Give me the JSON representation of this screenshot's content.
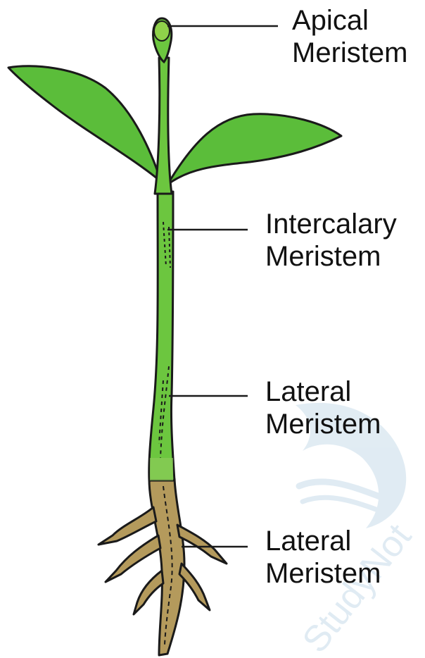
{
  "labels": {
    "apical": {
      "line1": "Apical",
      "line2": "Meristem"
    },
    "intercalary": {
      "line1": "Intercalary",
      "line2": "Meristem"
    },
    "lateral_stem": {
      "line1": "Lateral",
      "line2": "Meristem"
    },
    "lateral_root": {
      "line1": "Lateral",
      "line2": "Meristem"
    }
  },
  "watermark": {
    "text": "StudyNot"
  },
  "colors": {
    "leaf": "#5bbd3a",
    "stem": "#6cc63f",
    "bud": "#8fd14a",
    "root": "#b49a5c",
    "outline": "#1a1a1a",
    "watermark": "#c8dcea"
  }
}
